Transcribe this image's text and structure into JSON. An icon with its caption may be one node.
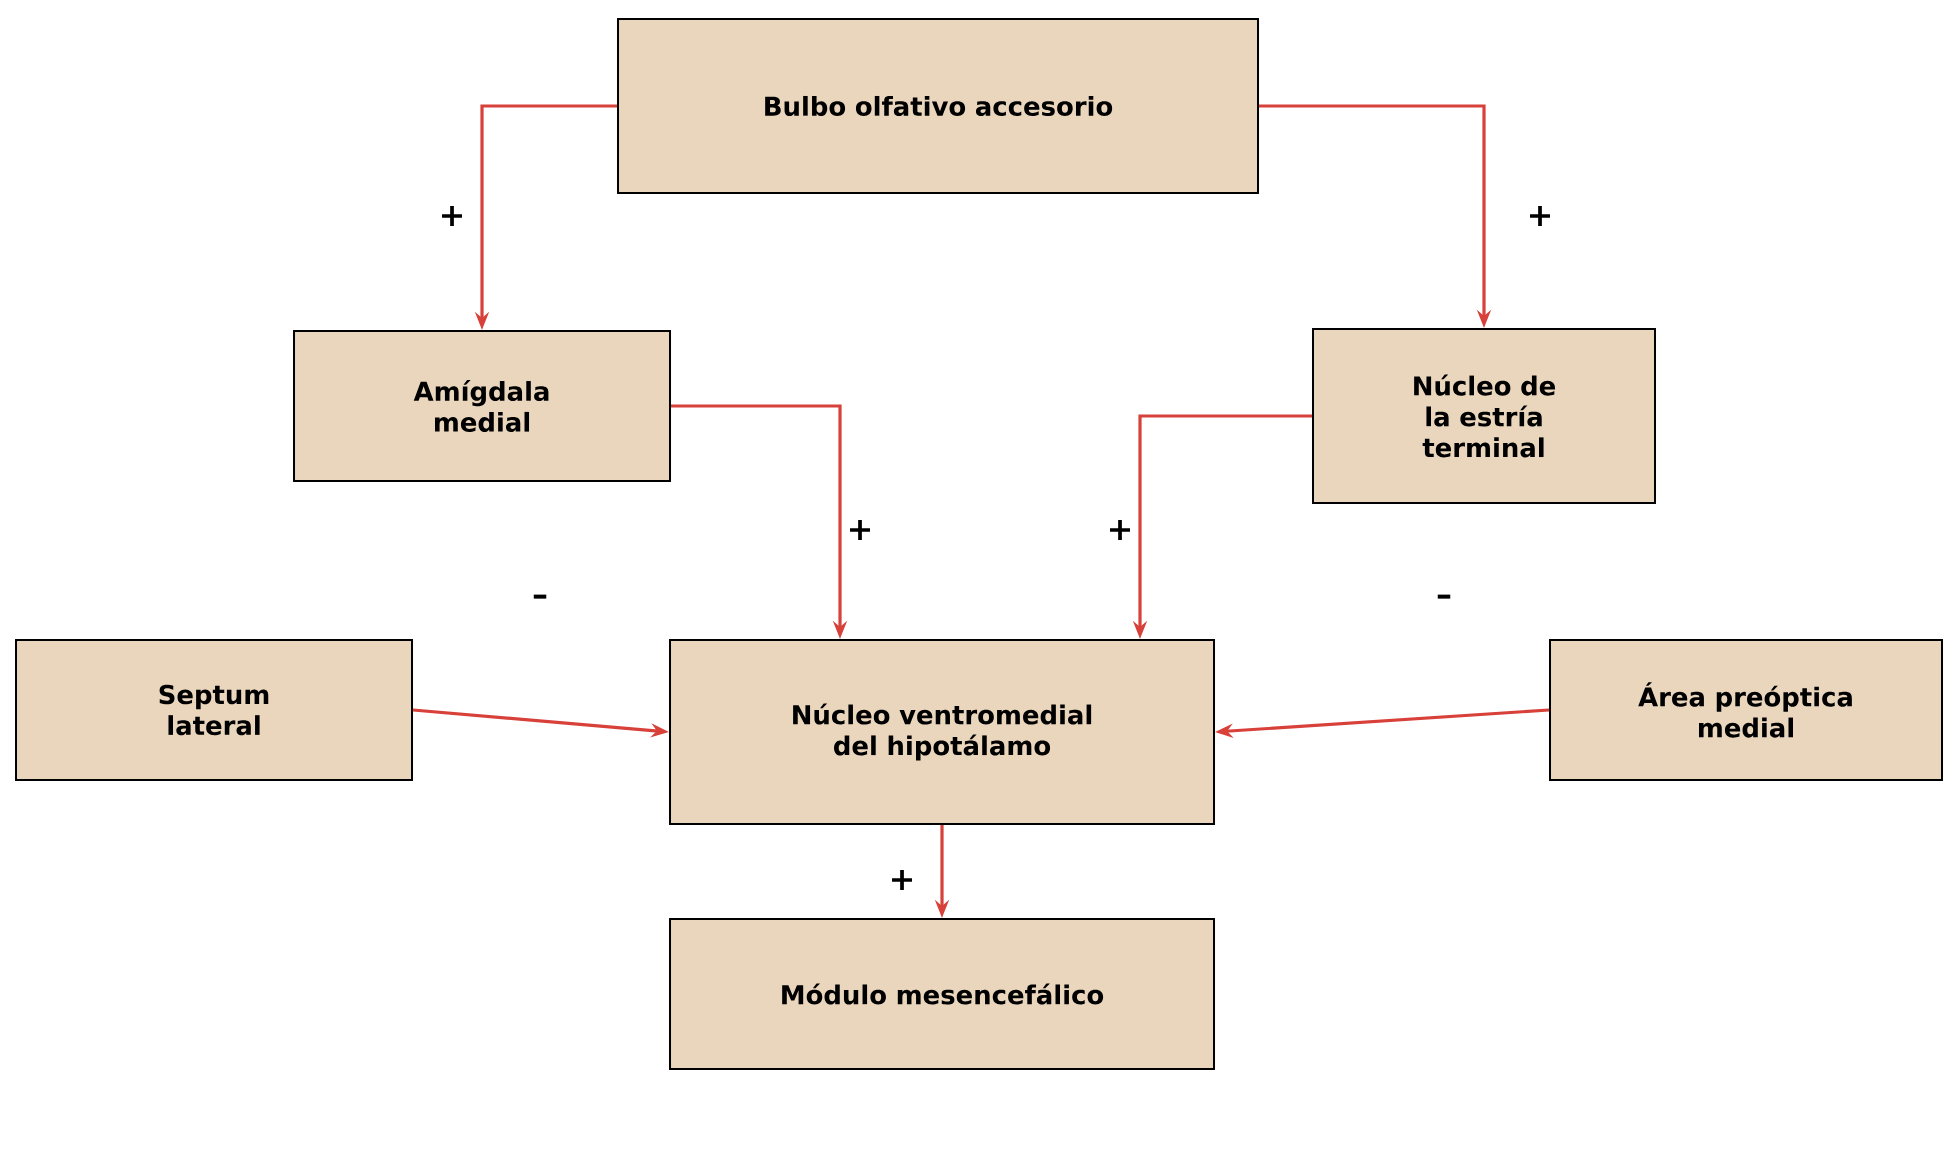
{
  "diagram": {
    "nodes": [
      {
        "text": [
          "Bulbo olfativo accesorio"
        ]
      },
      {
        "text": [
          "Amígdala medial"
        ]
      },
      {
        "text": [
          "Núcleo de la estría terminal"
        ]
      },
      {
        "text": [
          "Septum lateral"
        ]
      },
      {
        "text": [
          "Núcleo ventromedial del hipotálamo"
        ]
      },
      {
        "text": [
          "Área preóptica medial"
        ]
      },
      {
        "text": [
          "Módulo mesencefálico"
        ]
      }
    ],
    "edges": [
      {
        "from": 0,
        "to": 1,
        "arrow": "to",
        "label": "+"
      },
      {
        "from": 0,
        "to": 2,
        "arrow": "to",
        "label": "+"
      },
      {
        "from": 1,
        "to": 4,
        "arrow": "to",
        "label": "+"
      },
      {
        "from": 2,
        "to": 4,
        "arrow": "to",
        "label": "+"
      },
      {
        "from": 3,
        "to": 4,
        "arrow": "to",
        "label": "–"
      },
      {
        "from": 5,
        "to": 4,
        "arrow": "to",
        "label": "–"
      },
      {
        "from": 4,
        "to": 6,
        "arrow": "to",
        "label": "+"
      }
    ]
  }
}
